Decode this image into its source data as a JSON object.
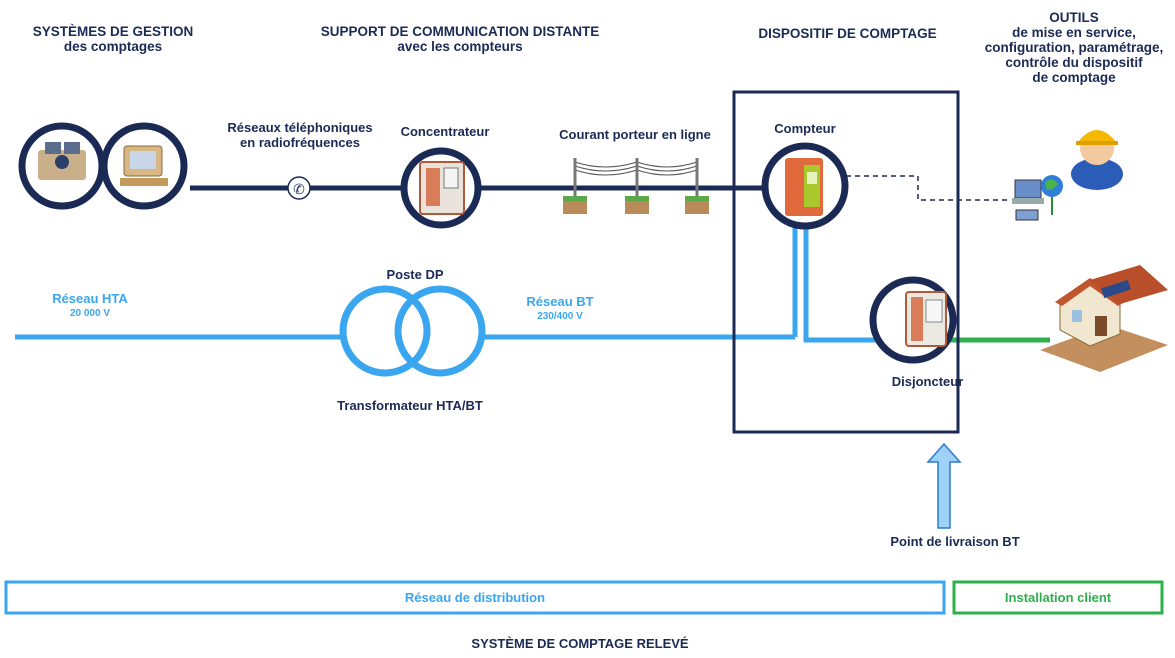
{
  "headers": {
    "gestion_1": "SYSTÈMES DE GESTION",
    "gestion_2": "des comptages",
    "support_1": "SUPPORT DE COMMUNICATION DISTANTE",
    "support_2": "avec les compteurs",
    "dispositif": "DISPOSITIF DE COMPTAGE",
    "outils_1": "OUTILS",
    "outils_2": "de mise en service,",
    "outils_3": "configuration, paramétrage,",
    "outils_4": "contrôle du dispositif",
    "outils_5": "de comptage"
  },
  "labels": {
    "reseaux_1": "Réseaux téléphoniques",
    "reseaux_2": "en radiofréquences",
    "concentrateur": "Concentrateur",
    "cpl": "Courant porteur en ligne",
    "compteur": "Compteur",
    "poste_dp": "Poste DP",
    "reseau_hta": "Réseau HTA",
    "hta_voltage": "20 000 V",
    "reseau_bt": "Réseau BT",
    "bt_voltage": "230/400 V",
    "transformateur": "Transformateur HTA/BT",
    "disjoncteur": "Disjoncteur",
    "point_livraison": "Point de livraison BT"
  },
  "bars": {
    "distribution": "Réseau de distribution",
    "installation": "Installation client"
  },
  "footer": "SYSTÈME DE COMPTAGE RELEVÉ",
  "colors": {
    "navy": "#1b2a55",
    "light_blue": "#3aa6f0",
    "green": "#2db04b"
  }
}
